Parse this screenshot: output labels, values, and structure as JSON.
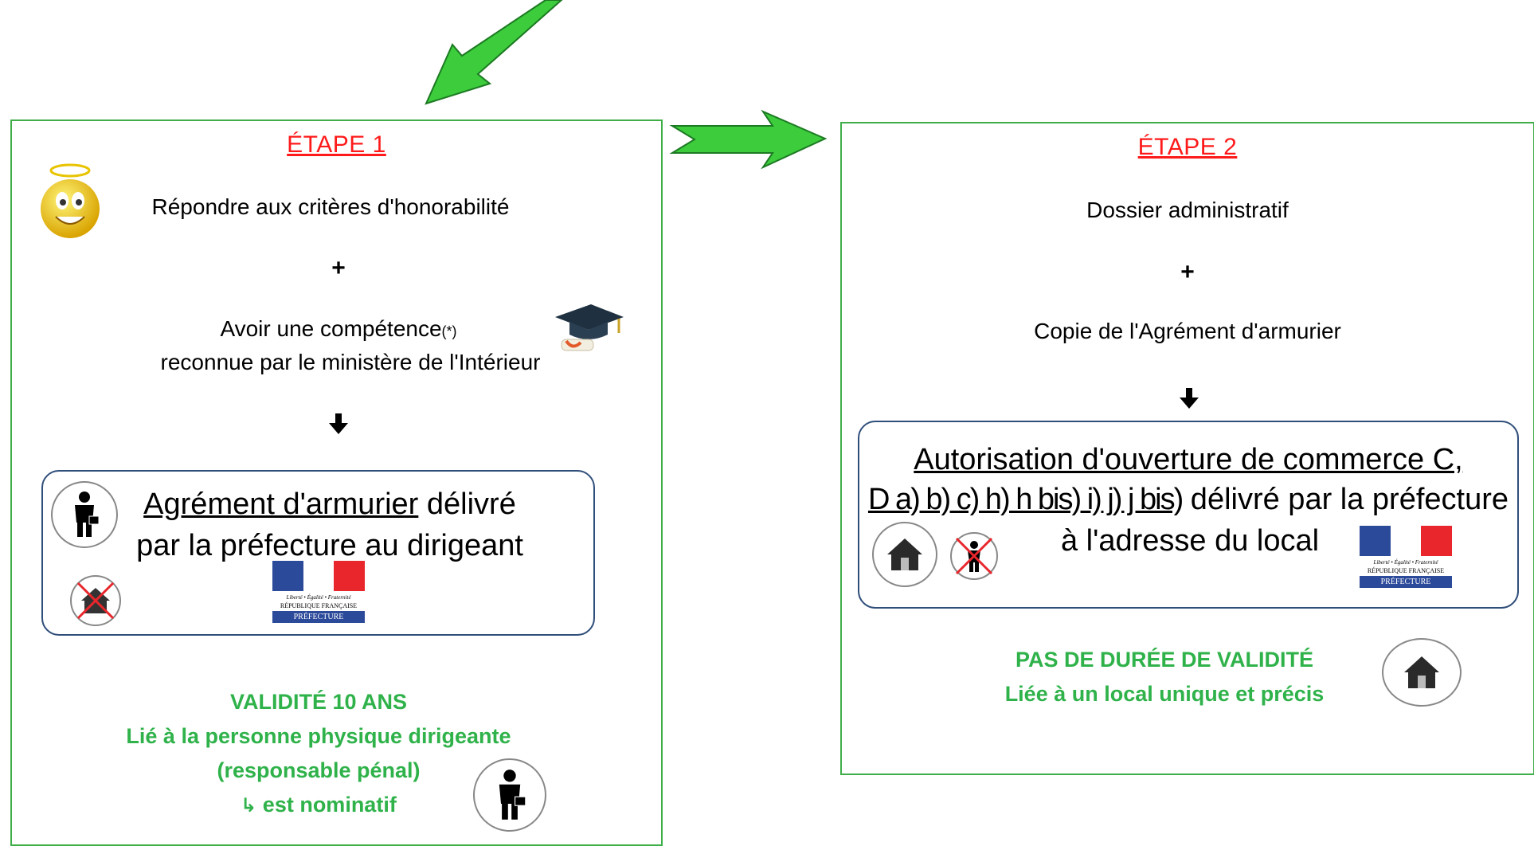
{
  "step1": {
    "title": "ÉTAPE 1",
    "criteria": "Répondre aux critères d'honorabilité",
    "plus": "+",
    "competence_line1": "Avoir une compétence",
    "competence_mark": "(*)",
    "competence_line2": "reconnue par le ministère de l'Intérieur",
    "arrow": "🡇",
    "box_line1_underlined": "Agrément d'armurier",
    "box_line1_rest": " délivré",
    "box_line2": "par la préfecture au dirigeant",
    "validity_lines": [
      "VALIDITÉ 10 ANS",
      "Lié à la personne physique dirigeante",
      "(responsable pénal)"
    ],
    "validity_arrow": "↳",
    "validity_last": "est nominatif"
  },
  "step2": {
    "title": "ÉTAPE 2",
    "dossier": "Dossier administratif",
    "plus": "+",
    "copie": "Copie de l'Agrément d'armurier",
    "arrow": "🡇",
    "box_line1": "Autorisation d'ouverture de commerce C,",
    "box_line2_underlined": "D a) b) c) h) h bis) i) j) j bis)",
    "box_line2_rest": " délivré par la préfecture",
    "box_line3": "à l'adresse du local",
    "validity_lines": [
      "PAS DE DURÉE DE VALIDITÉ",
      "Liée à un local unique et précis"
    ]
  },
  "logo": {
    "motto": "Liberté • Égalité • Fraternité",
    "republique": "RÉPUBLIQUE FRANÇAISE",
    "prefecture": "PRÉFECTURE"
  },
  "colors": {
    "panel_border": "#3fae49",
    "step_title": "#ff1a1a",
    "green_text": "#2fb24a",
    "inner_box_border": "#2f4e7a",
    "arrow_fill": "#3ccc3c",
    "logo_blue": "#2c4a9a",
    "logo_red": "#e8262b"
  }
}
